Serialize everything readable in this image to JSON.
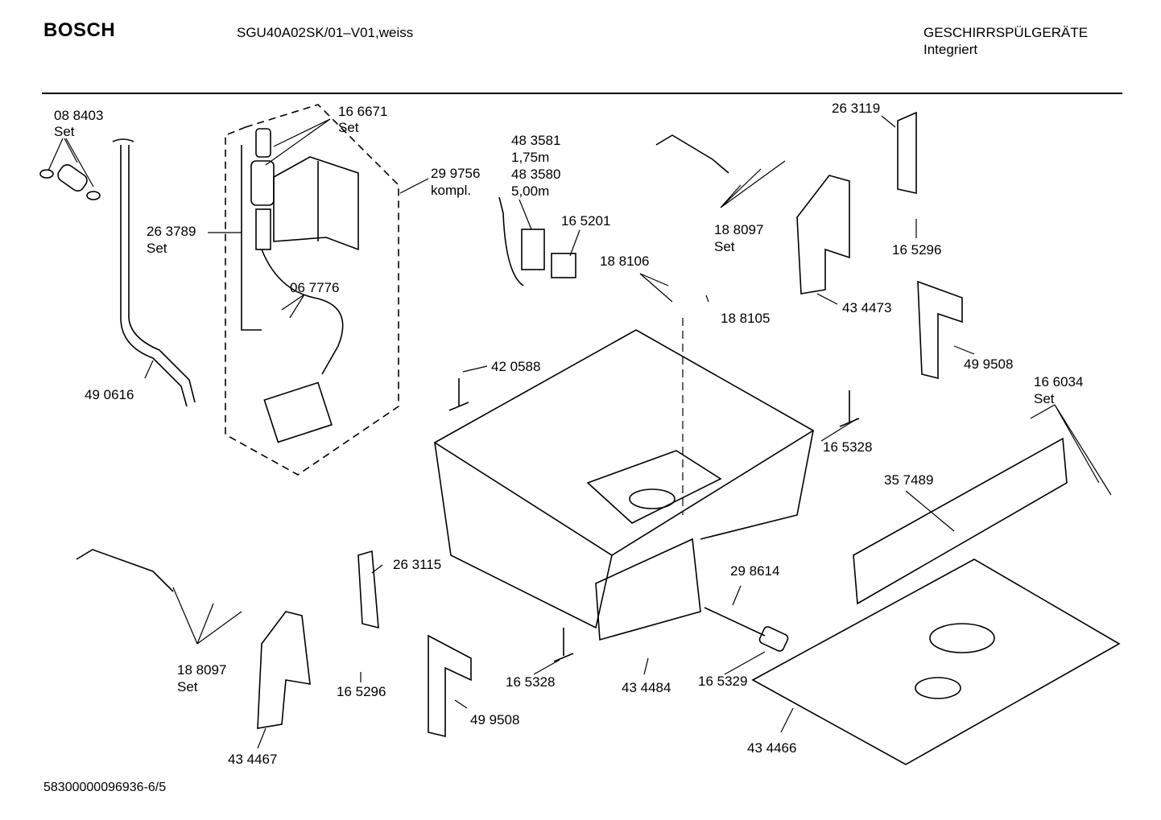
{
  "header": {
    "brand": "BOSCH",
    "model": "SGU40A02SK/01–V01,weiss",
    "category_line1": "GESCHIRRSPÜLGERÄTE",
    "category_line2": "Integriert"
  },
  "labels": {
    "p088403": "08 8403",
    "p088403_set": "Set",
    "p166671": "16 6671",
    "p166671_set": "Set",
    "p299756": "29 9756",
    "p299756_kompl": "kompl.",
    "p263789": "26 3789",
    "p263789_set": "Set",
    "p067776": "06 7776",
    "p490616": "49 0616",
    "p483581": "48 3581",
    "p483581_len": "1,75m",
    "p483580": "48 3580",
    "p483580_len": "5,00m",
    "p165201": "16 5201",
    "p188106": "18 8106",
    "p188105": "18 8105",
    "p420588": "42 0588",
    "p188097a": "18 8097",
    "p188097a_set": "Set",
    "p263119": "26 3119",
    "p165296a": "16 5296",
    "p434473": "43 4473",
    "p499508a": "49 9508",
    "p166034": "16 6034",
    "p166034_set": "Set",
    "p165328a": "16 5328",
    "p357489": "35 7489",
    "p263115": "26 3115",
    "p298614": "29 8614",
    "p188097b": "18 8097",
    "p188097b_set": "Set",
    "p165296b": "16 5296",
    "p165328b": "16 5328",
    "p434484": "43 4484",
    "p165329": "16 5329",
    "p499508b": "49 9508",
    "p434467": "43 4467",
    "p434466": "43 4466"
  },
  "footer": {
    "doc_number": "58300000096936-6/5"
  }
}
